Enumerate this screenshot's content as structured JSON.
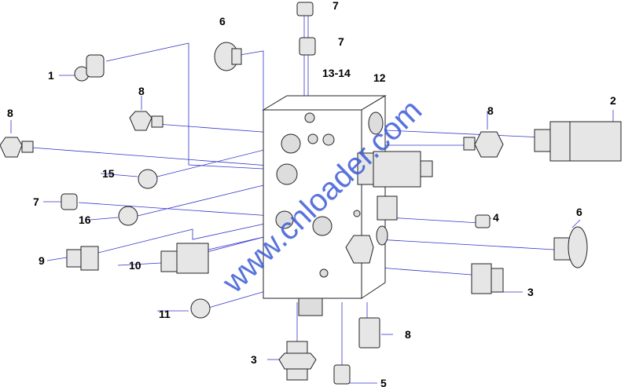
{
  "diagram": {
    "watermark": "www.cnloader.com",
    "callouts": [
      {
        "id": "c7a",
        "label": "7"
      },
      {
        "id": "c7b",
        "label": "7"
      },
      {
        "id": "c6a",
        "label": "6"
      },
      {
        "id": "c1",
        "label": "1"
      },
      {
        "id": "c1314",
        "label": "13-14"
      },
      {
        "id": "c12",
        "label": "12"
      },
      {
        "id": "c2",
        "label": "2"
      },
      {
        "id": "c8a",
        "label": "8"
      },
      {
        "id": "c8b",
        "label": "8"
      },
      {
        "id": "c8c",
        "label": "8"
      },
      {
        "id": "c15",
        "label": "15"
      },
      {
        "id": "c7c",
        "label": "7"
      },
      {
        "id": "c16",
        "label": "16"
      },
      {
        "id": "c4",
        "label": "4"
      },
      {
        "id": "c6b",
        "label": "6"
      },
      {
        "id": "c9",
        "label": "9"
      },
      {
        "id": "c10",
        "label": "10"
      },
      {
        "id": "c3a",
        "label": "3"
      },
      {
        "id": "c11",
        "label": "11"
      },
      {
        "id": "c8d",
        "label": "8"
      },
      {
        "id": "c3b",
        "label": "3"
      },
      {
        "id": "c5",
        "label": "5"
      }
    ],
    "colors": {
      "leader": "#3333cc",
      "outline": "#222222",
      "part_fill": "#e6e6e6"
    }
  }
}
